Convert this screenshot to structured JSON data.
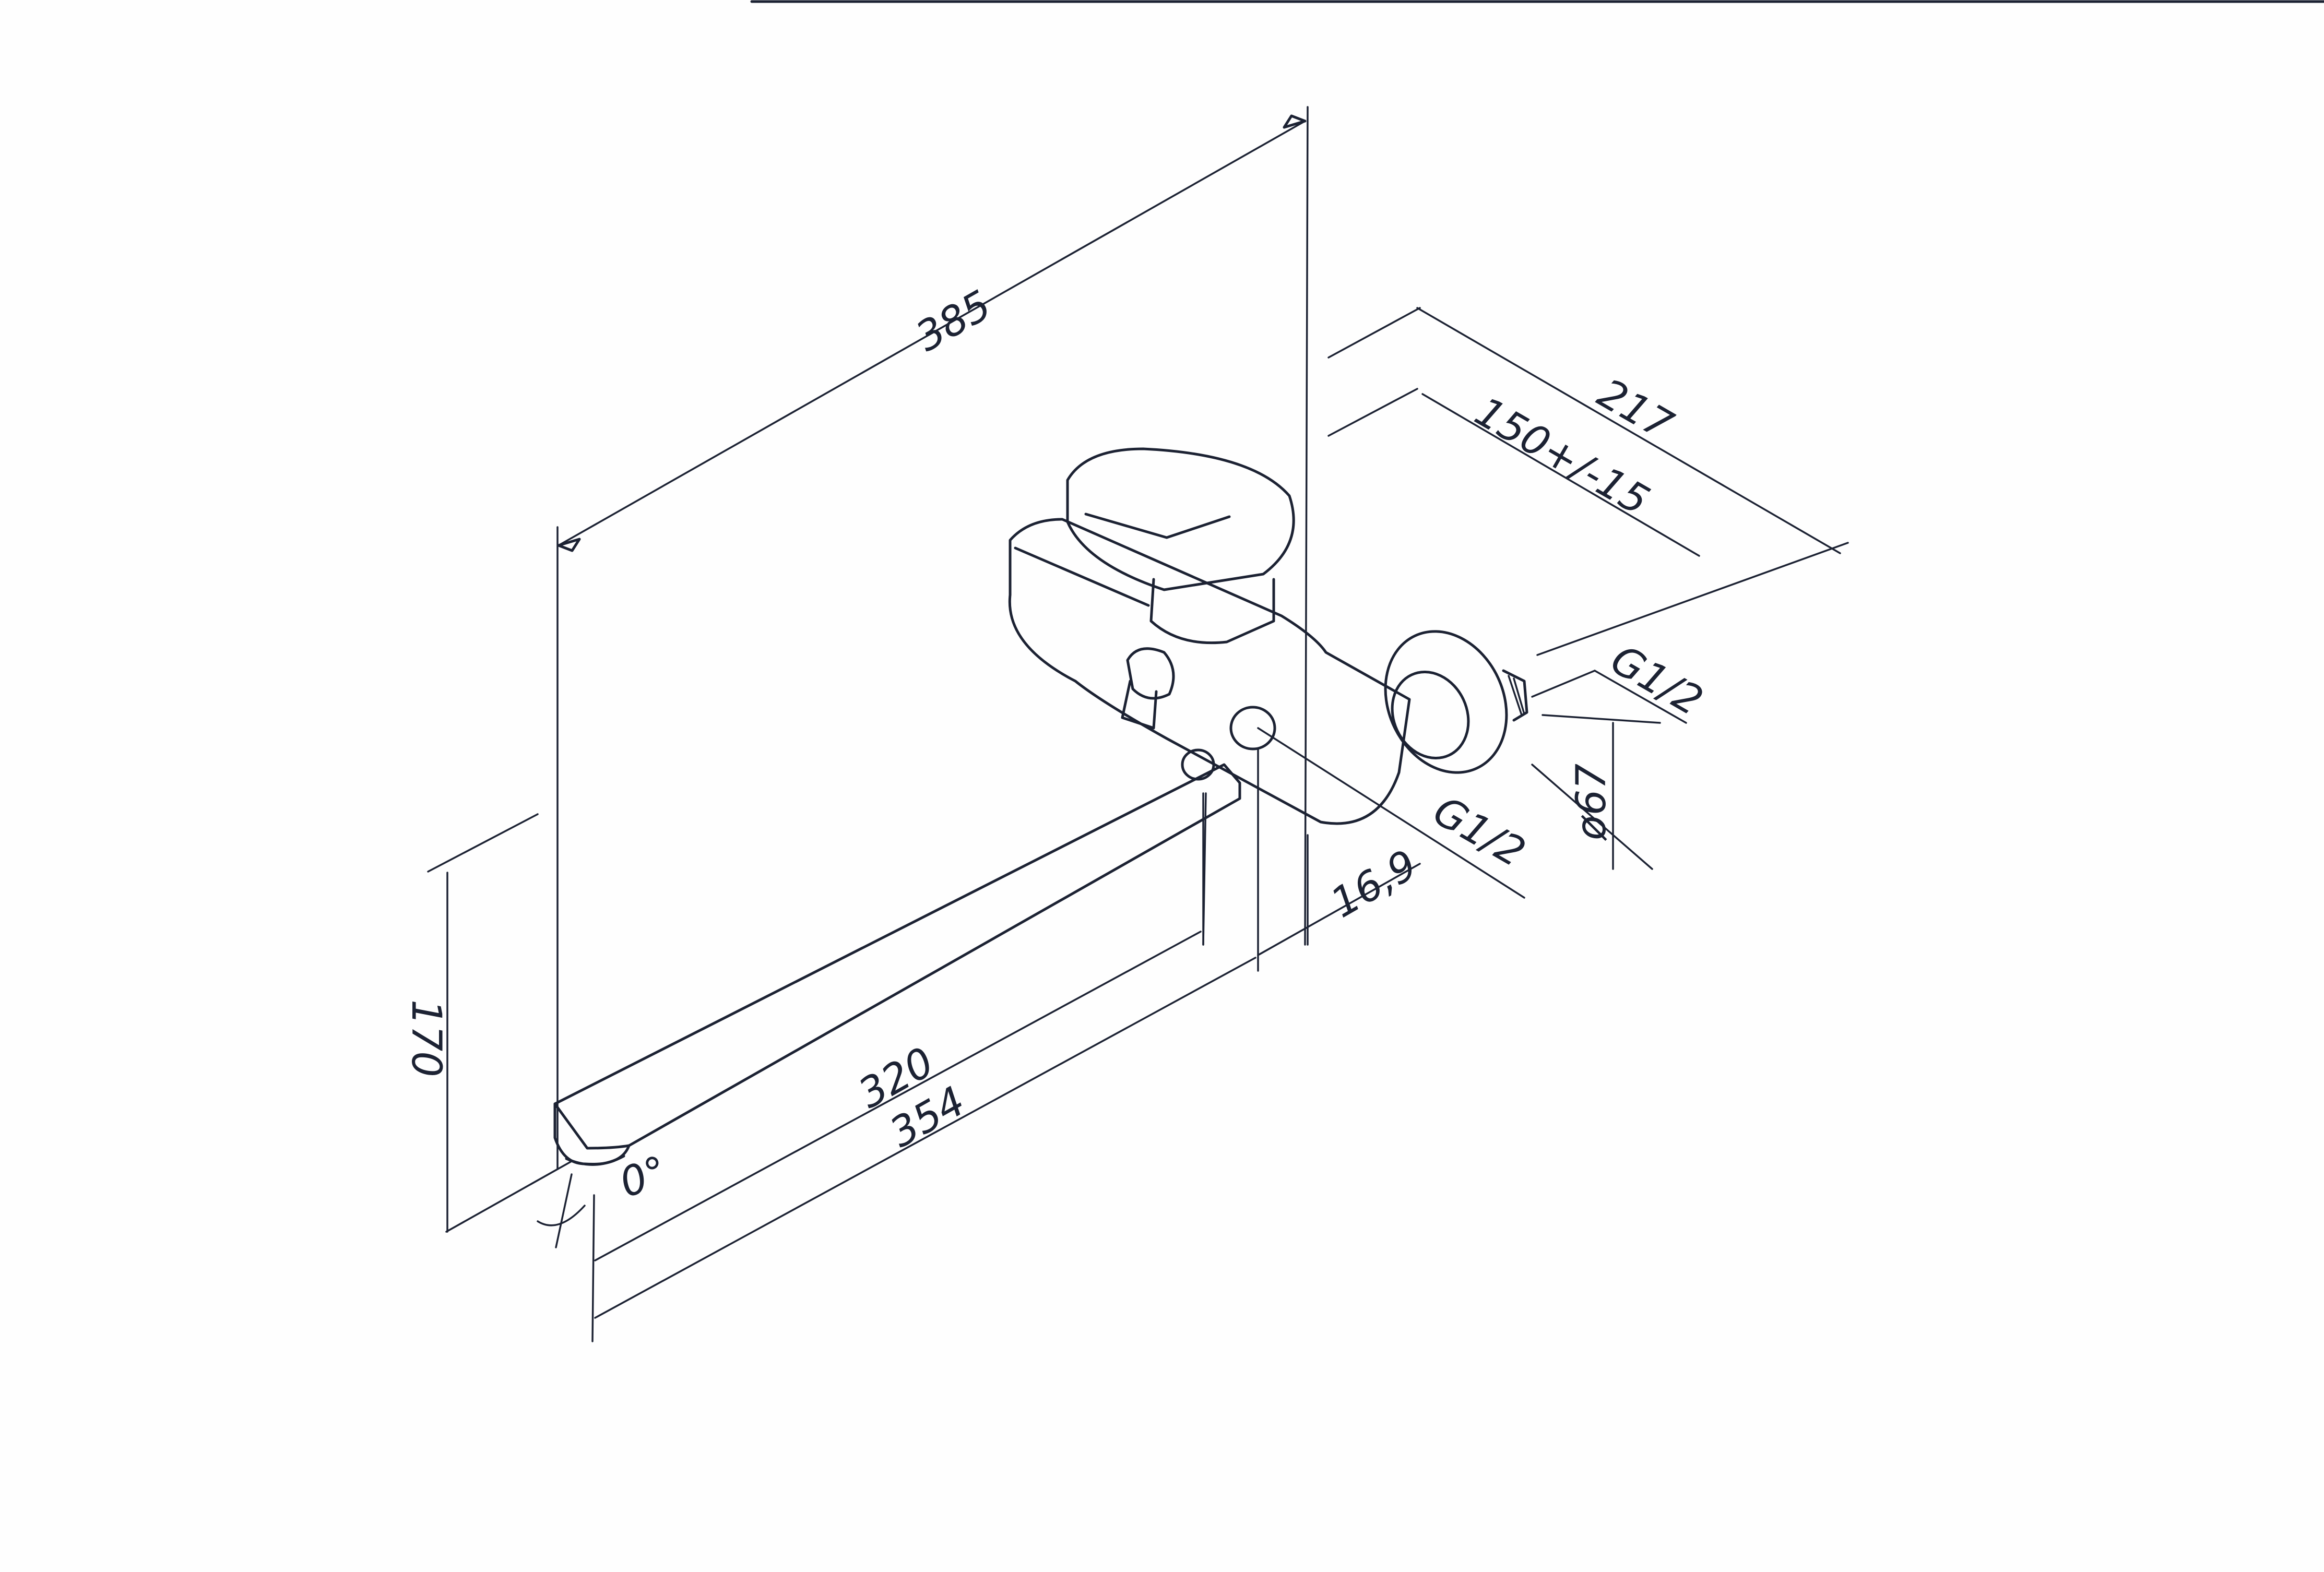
{
  "drawing": {
    "dimensions": {
      "total_length": "385",
      "depth": "217",
      "center_distance": "150+/-15",
      "inlet_thread_top": "G1/2",
      "outlet_thread": "G1/2",
      "escutcheon_diameter": "ø67",
      "offset": "16,9",
      "spout_height": "170",
      "spout_length_inner": "320",
      "spout_length_outer": "354",
      "swivel_angle": "0°"
    },
    "colors": {
      "ink": "#1c2233",
      "paper": "#fefefe"
    }
  }
}
